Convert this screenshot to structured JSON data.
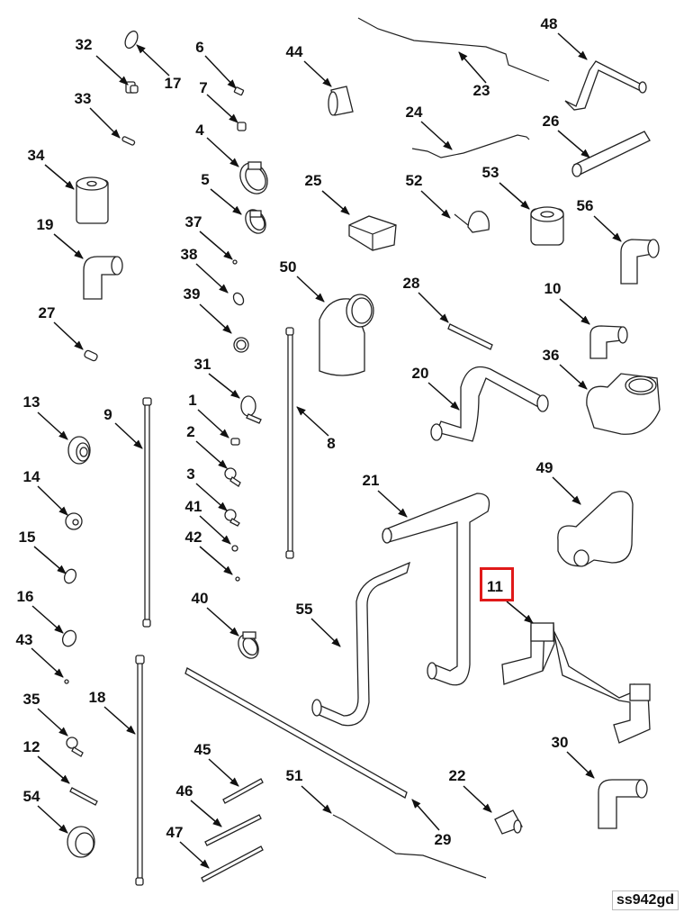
{
  "diagram": {
    "title": "Exploded parts view - hoses, clamps and tubes",
    "reference_code": "ss942gd",
    "highlight_color": "#e01919",
    "highlighted_callout": "11",
    "callouts": [
      {
        "id": "32",
        "part": "fitting"
      },
      {
        "id": "17",
        "part": "washer"
      },
      {
        "id": "6",
        "part": "small fitting"
      },
      {
        "id": "7",
        "part": "nut"
      },
      {
        "id": "44",
        "part": "short hose sleeve"
      },
      {
        "id": "23",
        "part": "formed tube"
      },
      {
        "id": "48",
        "part": "formed hose"
      },
      {
        "id": "33",
        "part": "screw"
      },
      {
        "id": "4",
        "part": "hose clamp large"
      },
      {
        "id": "24",
        "part": "formed wire tube"
      },
      {
        "id": "26",
        "part": "straight hose"
      },
      {
        "id": "34",
        "part": "cylindrical spacer"
      },
      {
        "id": "5",
        "part": "hose clamp"
      },
      {
        "id": "25",
        "part": "bracket block"
      },
      {
        "id": "52",
        "part": "clip"
      },
      {
        "id": "53",
        "part": "grommet spacer"
      },
      {
        "id": "56",
        "part": "elbow hose"
      },
      {
        "id": "19",
        "part": "elbow hose"
      },
      {
        "id": "37",
        "part": "screw"
      },
      {
        "id": "38",
        "part": "small clamp"
      },
      {
        "id": "50",
        "part": "large elbow"
      },
      {
        "id": "28",
        "part": "pin tube"
      },
      {
        "id": "10",
        "part": "elbow hose"
      },
      {
        "id": "39",
        "part": "small clamp"
      },
      {
        "id": "27",
        "part": "plug"
      },
      {
        "id": "36",
        "part": "molded elbow"
      },
      {
        "id": "31",
        "part": "p-clamp"
      },
      {
        "id": "20",
        "part": "formed hose"
      },
      {
        "id": "13",
        "part": "grommet"
      },
      {
        "id": "9",
        "part": "brake line"
      },
      {
        "id": "1",
        "part": "clip"
      },
      {
        "id": "8",
        "part": "brake line"
      },
      {
        "id": "2",
        "part": "p-clamp"
      },
      {
        "id": "14",
        "part": "grommet"
      },
      {
        "id": "3",
        "part": "p-clamp"
      },
      {
        "id": "21",
        "part": "formed hose"
      },
      {
        "id": "49",
        "part": "formed hose"
      },
      {
        "id": "41",
        "part": "nut"
      },
      {
        "id": "15",
        "part": "washer"
      },
      {
        "id": "42",
        "part": "nut"
      },
      {
        "id": "11",
        "part": "support bracket"
      },
      {
        "id": "16",
        "part": "washer"
      },
      {
        "id": "40",
        "part": "hose clamp"
      },
      {
        "id": "55",
        "part": "formed hose"
      },
      {
        "id": "43",
        "part": "o-ring"
      },
      {
        "id": "35",
        "part": "p-clamp"
      },
      {
        "id": "18",
        "part": "brake line"
      },
      {
        "id": "12",
        "part": "pin"
      },
      {
        "id": "30",
        "part": "elbow hose"
      },
      {
        "id": "45",
        "part": "rod"
      },
      {
        "id": "51",
        "part": "formed wire"
      },
      {
        "id": "22",
        "part": "connector"
      },
      {
        "id": "54",
        "part": "grommet"
      },
      {
        "id": "46",
        "part": "rod"
      },
      {
        "id": "29",
        "part": "long tube"
      },
      {
        "id": "47",
        "part": "rod"
      }
    ]
  }
}
